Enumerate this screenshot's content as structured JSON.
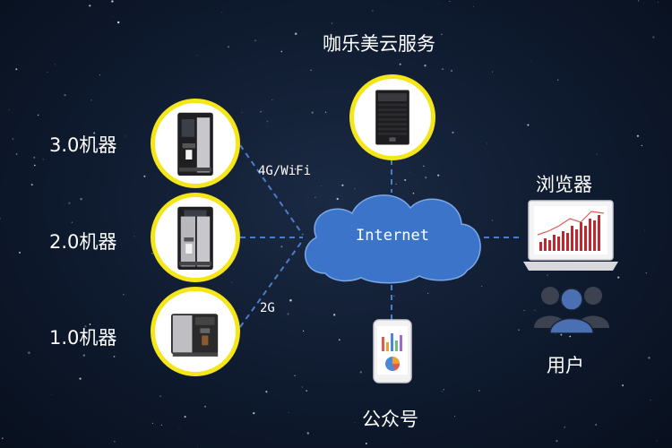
{
  "cloud_service": {
    "label": "咖乐美云服务"
  },
  "machines": [
    {
      "label": "3.0机器"
    },
    {
      "label": "2.0机器"
    },
    {
      "label": "1.0机器"
    }
  ],
  "connections": {
    "wireless_label": "4G/WiFi",
    "mobile_label": "2G"
  },
  "internet": {
    "label": "Internet"
  },
  "browser": {
    "label": "浏览器"
  },
  "user": {
    "label": "用户"
  },
  "wechat": {
    "label": "公众号"
  },
  "colors": {
    "node_ring": "#f5e61a",
    "link": "#4a7ec9",
    "cloud": "#3b74c8",
    "user_icon": "#4a6fb3"
  },
  "icons": [
    "server-icon",
    "coffee-machine-icon",
    "cloud-icon",
    "laptop-chart-icon",
    "users-icon",
    "phone-chart-icon"
  ]
}
